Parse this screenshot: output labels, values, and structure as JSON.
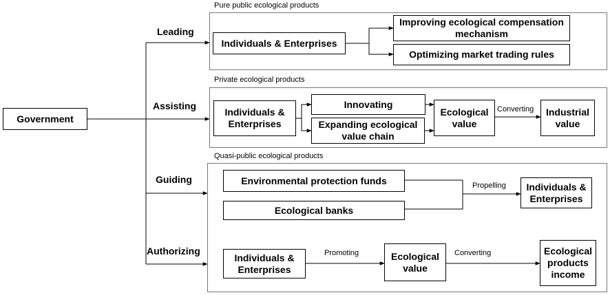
{
  "sections": {
    "pure": "Pure public ecological products",
    "private": "Private ecological products",
    "quasi": "Quasi-public ecological products"
  },
  "branches": {
    "leading": "Leading",
    "assisting": "Assisting",
    "guiding": "Guiding",
    "authorizing": "Authorizing"
  },
  "nodes": {
    "government": "Government",
    "pure_actors": "Individuals & Enterprises",
    "compensation": "Improving ecological compensation mechanism",
    "trading": "Optimizing market trading rules",
    "private_actors": "Individuals & Enterprises",
    "innovating": "Innovating",
    "value_chain": "Expanding ecological value chain",
    "private_eco_value": "Ecological value",
    "industrial_value": "Industrial value",
    "env_funds": "Environmental protection funds",
    "eco_banks": "Ecological banks",
    "guided_actors": "Individuals & Enterprises",
    "auth_actors": "Individuals & Enterprises",
    "auth_eco_value": "Ecological value",
    "income": "Ecological products income"
  },
  "edge_labels": {
    "private_converting": "Converting",
    "propelling": "Propelling",
    "promoting": "Promoting",
    "auth_converting": "Converting"
  }
}
